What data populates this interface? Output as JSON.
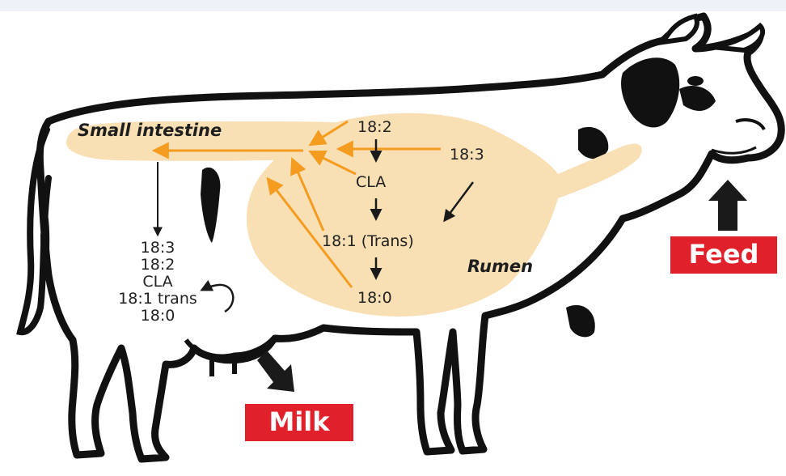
{
  "colors": {
    "outline": "#111111",
    "spots": "#111111",
    "digestive_fill": "#f8dfb4",
    "orange_arrow": "#f39c1f",
    "black_arrow": "#1a1a1a",
    "tag_red": "#e0202b"
  },
  "labels": {
    "small_intestine": "Small intestine",
    "rumen": "Rumen",
    "feed": "Feed",
    "milk": "Milk"
  },
  "rumen_path": {
    "top": "18:2",
    "cla": "CLA",
    "trans": "18:1 (Trans)",
    "bottom": "18:0",
    "input": "18:3"
  },
  "intestine_list": [
    "18:3",
    "18:2",
    "CLA",
    "18:1 trans",
    "18:0"
  ]
}
